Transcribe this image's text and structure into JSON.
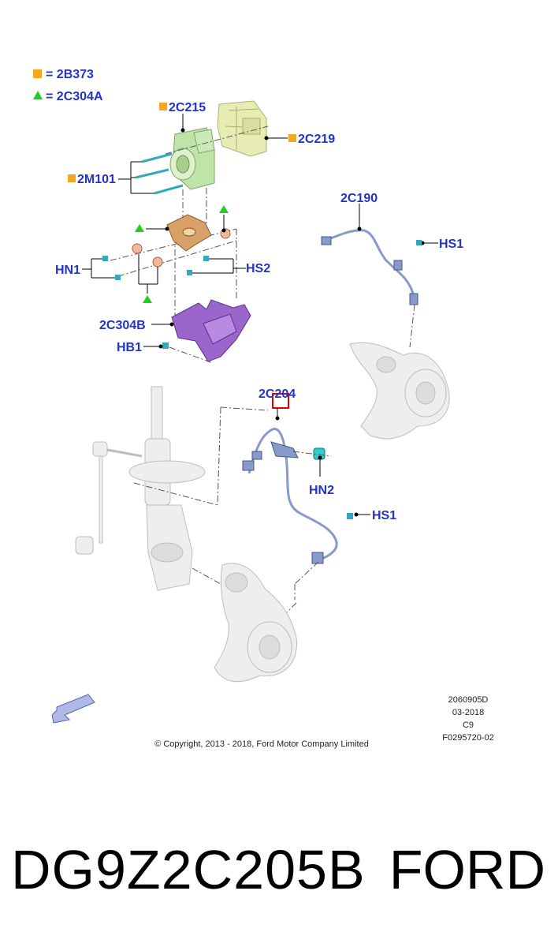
{
  "legend": {
    "square_text": "= 2B373",
    "triangle_text": "= 2C304A",
    "square_color": "#f5a623",
    "triangle_color": "#22cc22"
  },
  "labels": {
    "l_2c215": "2C215",
    "l_2c219": "2C219",
    "l_2m101": "2M101",
    "l_hn1": "HN1",
    "l_hs2": "HS2",
    "l_2c304b": "2C304B",
    "l_hb1": "HB1",
    "l_2c190": "2C190",
    "l_hs1_top": "HS1",
    "l_2c204": "2C204",
    "l_hn2": "HN2",
    "l_hs1_bottom": "HS1"
  },
  "meta": {
    "code1": "2060905D",
    "code2": "03-2018",
    "code3": "C9",
    "code4": "F0295720-02",
    "copyright": "© Copyright, 2013 - 2018, Ford Motor Company Limited"
  },
  "footer": {
    "part_number": "DG9Z2C205B",
    "brand": "FORD"
  },
  "colors": {
    "label_blue": "#2233cc",
    "abs_green": "#bfe3a8",
    "bracket_orange": "#d9a067",
    "bracket_purple": "#9a66cc",
    "sensor_blue": "#8899cc",
    "highlight_red": "#dd0000"
  }
}
